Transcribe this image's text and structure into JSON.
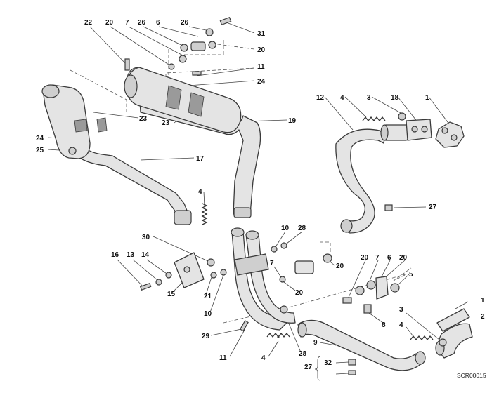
{
  "callouts": {
    "c22": "22",
    "c20a": "20",
    "c7a": "7",
    "c26a": "26",
    "c6a": "6",
    "c26b": "26",
    "c31": "31",
    "c20b": "20",
    "c11a": "11",
    "c24a": "24",
    "c23a": "23",
    "c23b": "23",
    "c19": "19",
    "c24b": "24",
    "c25": "25",
    "c17": "17",
    "c4a": "4",
    "c12": "12",
    "c4b": "4",
    "c3a": "3",
    "c18": "18",
    "c1a": "1",
    "c27a": "27",
    "c30": "30",
    "c10a": "10",
    "c28a": "28",
    "c16": "16",
    "c13": "13",
    "c14": "14",
    "c15": "15",
    "c21": "21",
    "c7b": "7",
    "c20c": "20",
    "c20d": "20",
    "c10b": "10",
    "c20e": "20",
    "c7c": "7",
    "c6b": "6",
    "c20f": "20",
    "c5": "5",
    "c8": "8",
    "c29": "29",
    "c11b": "11",
    "c28b": "28",
    "c4c": "4",
    "c9": "9",
    "c32": "32",
    "c27b": "27",
    "c1b": "1",
    "c2": "2",
    "c3b": "3",
    "c4d": "4"
  },
  "reference_code": "SCR00015"
}
